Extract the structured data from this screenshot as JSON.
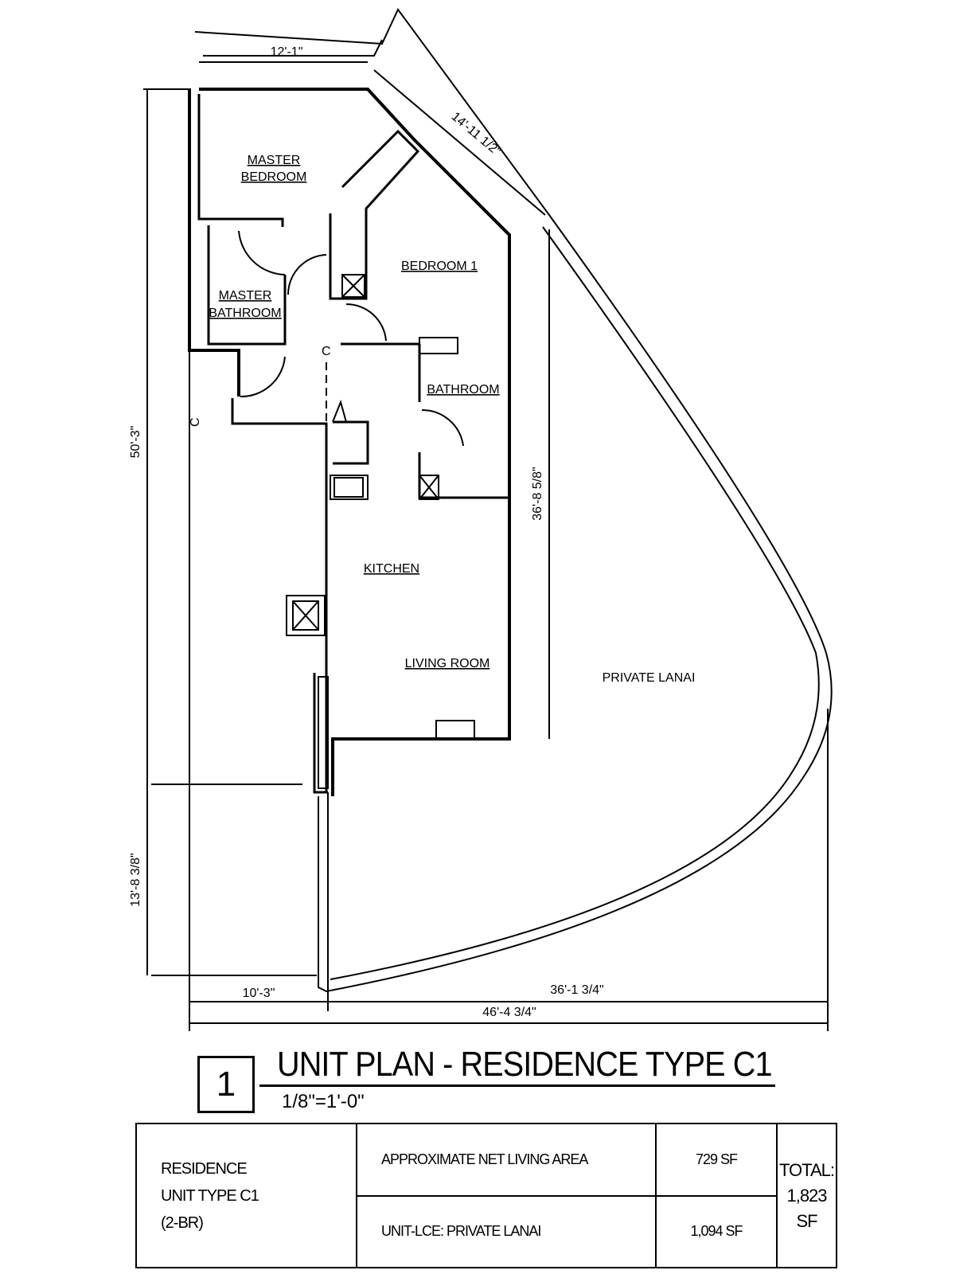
{
  "rooms": {
    "master_bedroom_l1": "MASTER",
    "master_bedroom_l2": "BEDROOM",
    "master_bathroom_l1": "MASTER",
    "master_bathroom_l2": "BATHROOM",
    "bedroom_1": "BEDROOM  1",
    "bathroom": "BATHROOM",
    "kitchen": "KITCHEN",
    "living_room": "LIVING  ROOM",
    "private_lanai": "PRIVATE  LANAI"
  },
  "dimensions": {
    "top_width": "12'-1\"",
    "diagonal": "14'-11 1/2\"",
    "left_height": "50'-3\"",
    "right_height": "36'-8 5/8\"",
    "lower_left_height": "13'-8 3/8\"",
    "bottom_left": "10'-3\"",
    "bottom_right": "36'-1 3/4\"",
    "bottom_total": "46'-4 3/4\""
  },
  "markers": {
    "centerline": "C"
  },
  "title_block": {
    "number": "1",
    "title": "UNIT PLAN - RESIDENCE TYPE C1",
    "scale": "1/8\"=1'-0\""
  },
  "area_table": {
    "unit_line1": "RESIDENCE",
    "unit_line2": "UNIT  TYPE C1",
    "unit_line3": "(2-BR)",
    "net_area_label": "APPROXIMATE NET LIVING AREA",
    "net_area_value": "729 SF",
    "lanai_label": "UNIT-LCE: PRIVATE LANAI",
    "lanai_value": "1,094 SF",
    "total_label": "TOTAL:",
    "total_value": "1,823 SF"
  }
}
